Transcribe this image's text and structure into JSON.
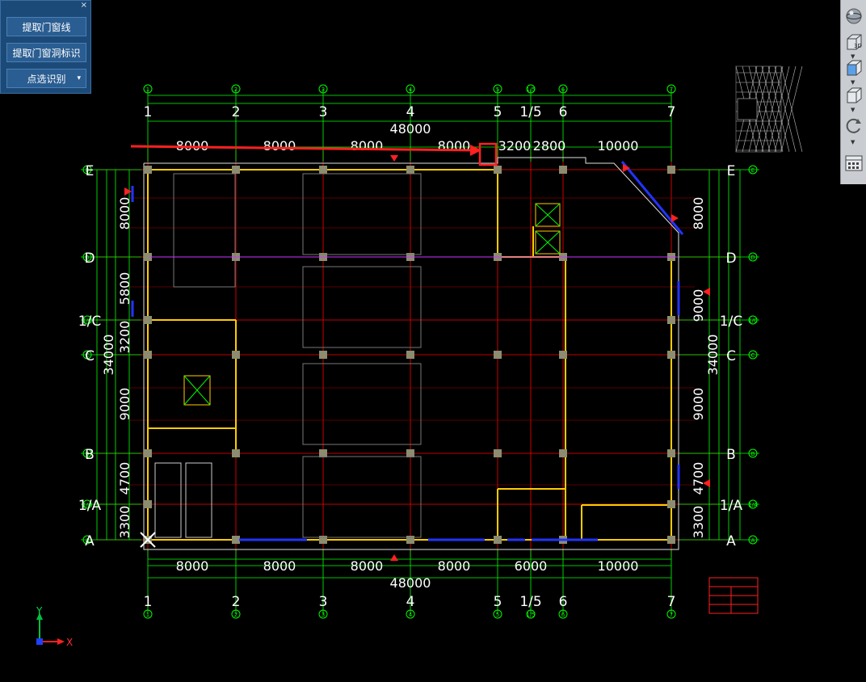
{
  "panel": {
    "close": "×",
    "buttons": [
      "提取门窗线",
      "提取门窗洞标识",
      "点选识别"
    ],
    "dropdown_arrow": "▾"
  },
  "toolbar": {
    "icons": [
      "sphere-icon",
      "view-3d-icon",
      "box-front-icon",
      "box-iso-icon",
      "orbit-icon",
      "layout-icon"
    ],
    "label_3d": "3D"
  },
  "axes": {
    "columns": [
      "1",
      "2",
      "3",
      "4",
      "5",
      "1/5",
      "6",
      "7"
    ],
    "rows": [
      "E",
      "D",
      "1/C",
      "C",
      "B",
      "1/A",
      "A"
    ]
  },
  "dimensions": {
    "top_total": "48000",
    "top_spans": [
      "8000",
      "8000",
      "8000",
      "8000",
      "3200",
      "2800",
      "10000"
    ],
    "bottom_total": "48000",
    "bottom_spans": [
      "8000",
      "8000",
      "8000",
      "8000",
      "6000",
      "10000"
    ],
    "left_total": "34000",
    "left_spans": [
      "8000",
      "5800",
      "3200",
      "9000",
      "4700",
      "3300"
    ],
    "right_total": "34000",
    "right_spans": [
      "8000",
      "9000",
      "9000",
      "4700",
      "3300"
    ]
  },
  "ucs": {
    "x": "X",
    "y": "Y"
  },
  "colors": {
    "background": "#000000",
    "grid_green": "#00ff00",
    "axis_red": "#ff0000",
    "wall_yellow": "#ffcc00",
    "window_blue": "#2233ff",
    "column_gray": "#8c8c70",
    "panel_blue": "#1c4a78",
    "highlight_red": "#ff2020"
  }
}
